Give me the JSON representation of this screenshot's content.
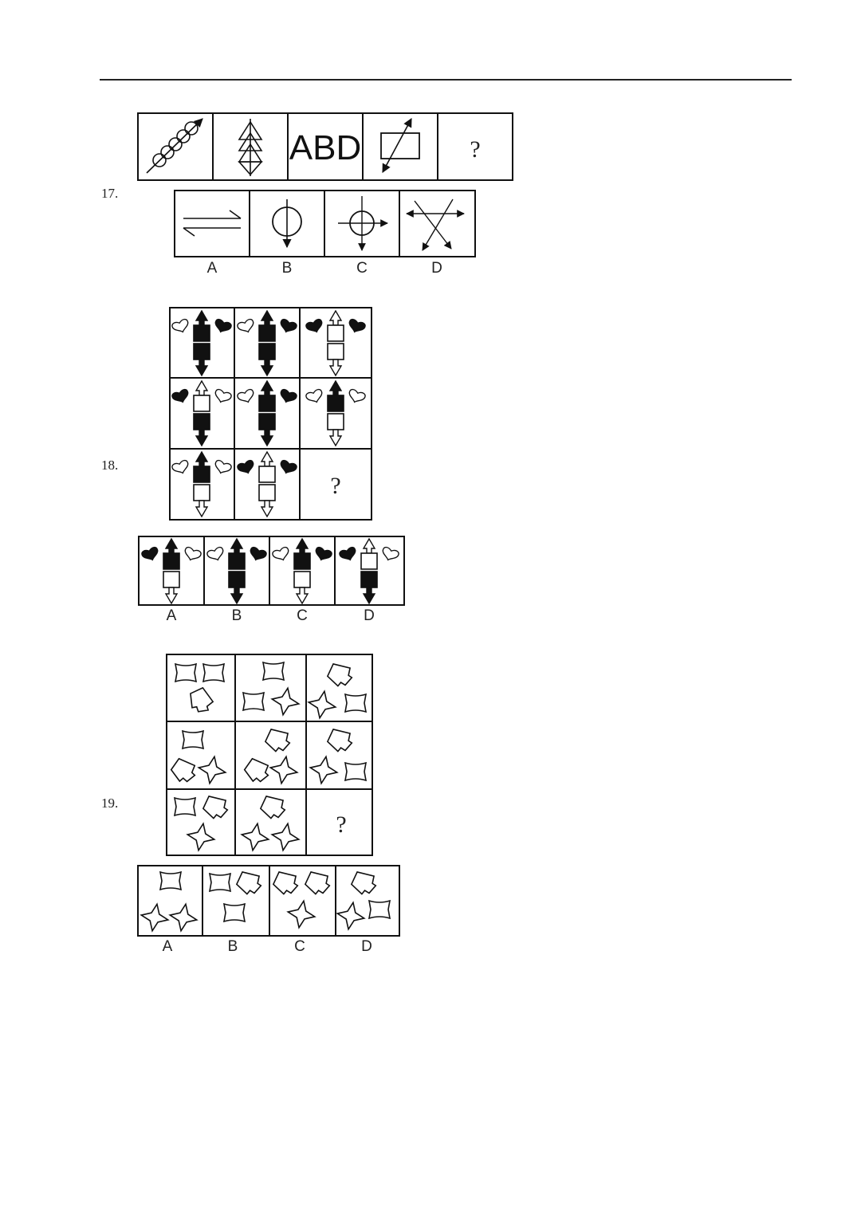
{
  "questions": [
    {
      "number": "17.",
      "series_text": "ABD",
      "unknown": "?",
      "options": [
        "A",
        "B",
        "C",
        "D"
      ]
    },
    {
      "number": "18.",
      "unknown": "?",
      "options": [
        "A",
        "B",
        "C",
        "D"
      ]
    },
    {
      "number": "19.",
      "unknown": "?",
      "options": [
        "A",
        "B",
        "C",
        "D"
      ]
    }
  ]
}
